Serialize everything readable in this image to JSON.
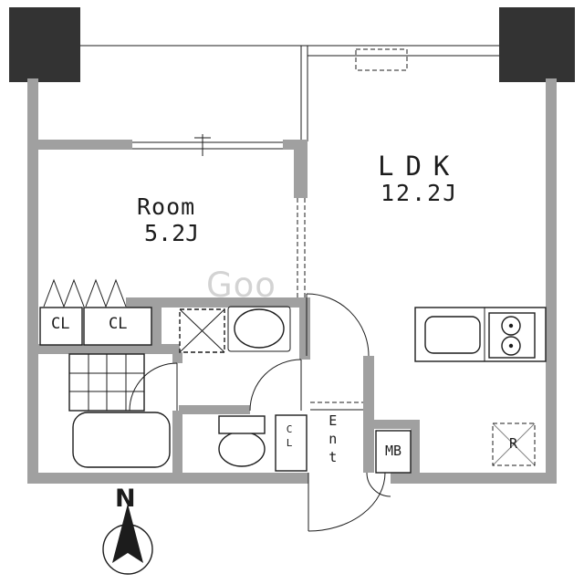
{
  "colors": {
    "wall": "#a0a0a0",
    "pillar": "#333333",
    "line": "#1c1c1c",
    "watermark": "#a9a9a9"
  },
  "plan": {
    "rooms": {
      "main_room": {
        "label": "Room",
        "area": "5.2J"
      },
      "ldk": {
        "label": "LDK",
        "area": "12.2J"
      }
    },
    "fixtures": {
      "closet_1": "CL",
      "closet_2": "CL",
      "shoe_closet": "CL",
      "entrance": "Ent",
      "meter_box": "MB",
      "refrigerator": "R"
    },
    "compass": {
      "north": "N"
    },
    "watermark": "Goo"
  }
}
